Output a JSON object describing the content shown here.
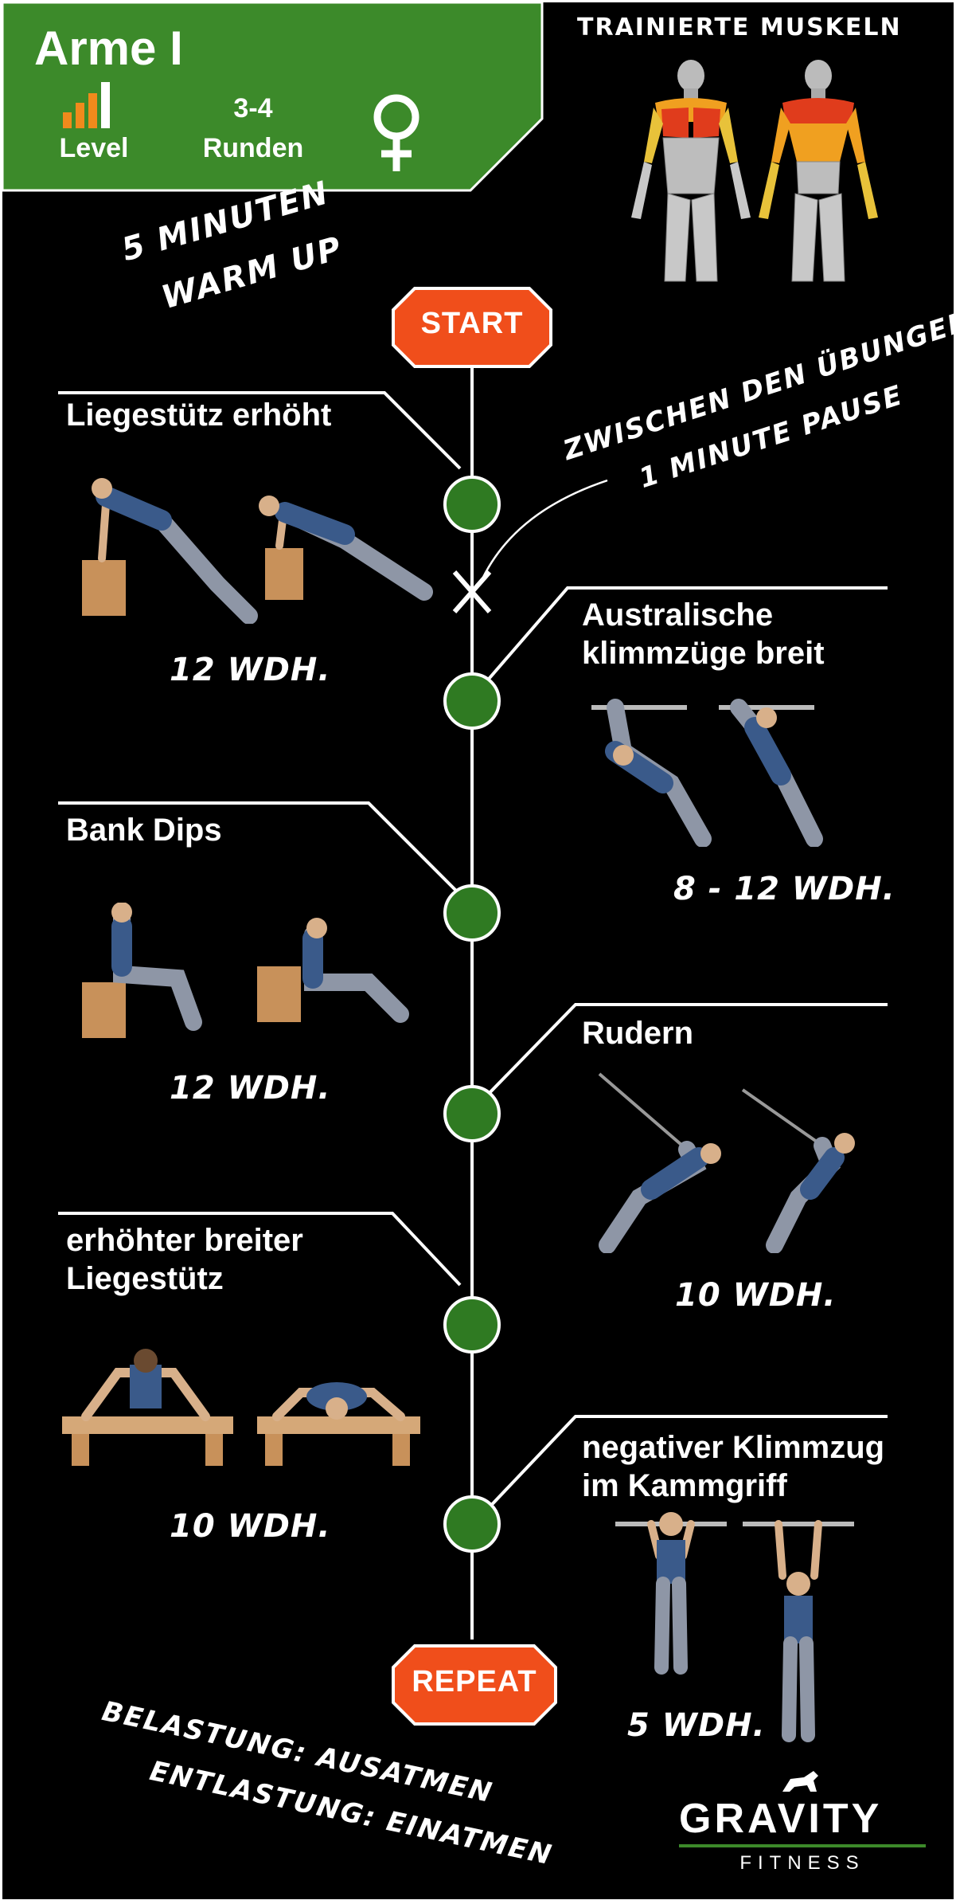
{
  "header": {
    "title": "Arme I",
    "level_label": "Level",
    "rounds_value": "3-4",
    "rounds_label": "Runden",
    "level_bars_filled": 3,
    "level_bars_total": 4
  },
  "muscles_title": "TRAINIERTE MUSKELN",
  "warmup": {
    "line1": "5 MINUTEN",
    "line2": "WARM UP"
  },
  "start_label": "START",
  "repeat_label": "REPEAT",
  "pause_note": {
    "line1": "ZWISCHEN DEN ÜBUNGEN",
    "line2": "1 MINUTE PAUSE"
  },
  "exercises": [
    {
      "name_line1": "Liegestütz erhöht",
      "name_line2": "",
      "reps": "12 WDH."
    },
    {
      "name_line1": "Australische",
      "name_line2": "klimmzüge breit",
      "reps": "8 - 12 WDH."
    },
    {
      "name_line1": "Bank Dips",
      "name_line2": "",
      "reps": "12 WDH."
    },
    {
      "name_line1": "Rudern",
      "name_line2": "",
      "reps": "10 WDH."
    },
    {
      "name_line1": "erhöhter breiter",
      "name_line2": "Liegestütz",
      "reps": "10 WDH."
    },
    {
      "name_line1": "negativer Klimmzug",
      "name_line2": "im Kammgriff",
      "reps": "5 WDH."
    }
  ],
  "breathing": {
    "line1": "BELASTUNG: AUSATMEN",
    "line2": "ENTLASTUNG: EINATMEN"
  },
  "brand": {
    "name": "GRAVITY",
    "sub": "FITNESS"
  },
  "colors": {
    "header_green": "#3c8a2a",
    "node_green": "#2f7a22",
    "sign_red": "#f04e1b",
    "level_orange": "#f08a1c",
    "muscle_red": "#e03c1c",
    "muscle_orange": "#f0a020",
    "muscle_yellow": "#e8c23a"
  }
}
